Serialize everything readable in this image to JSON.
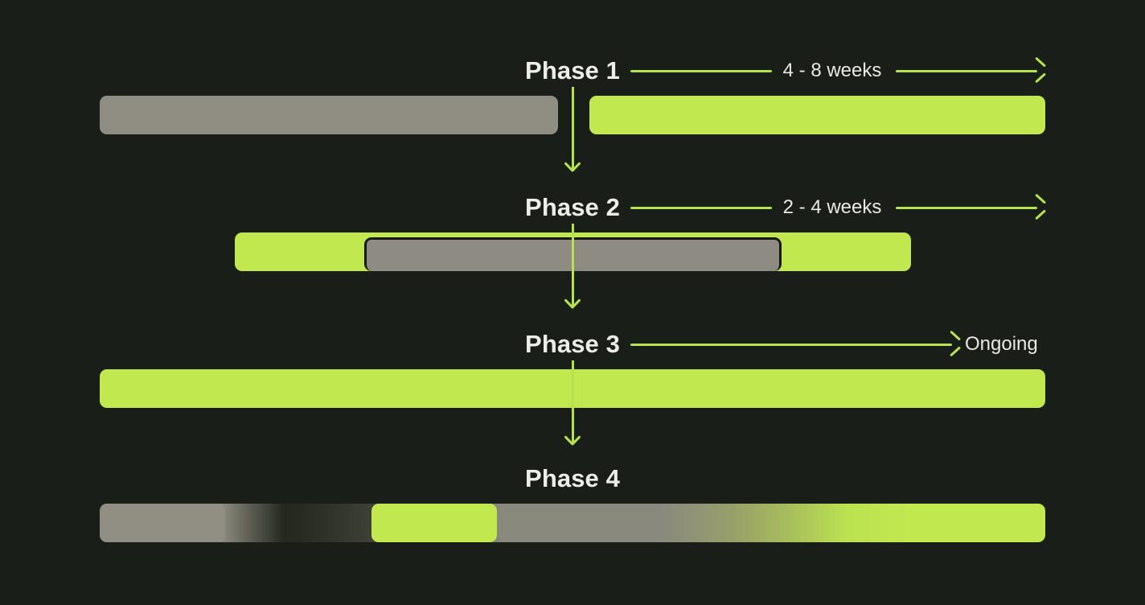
{
  "theme": {
    "background": "#1a1e18",
    "accent_green": "#c2e850",
    "line_green": "#b7e24f",
    "gray": "#908e83",
    "text": "#eceee9"
  },
  "diagram": {
    "title_style": "phase-roadmap",
    "phases": [
      {
        "id": "phase-1",
        "label": "Phase 1",
        "duration": "4 - 8 weeks",
        "has_duration_arrow": true,
        "arrow_style": "line-label-line-arrowhead"
      },
      {
        "id": "phase-2",
        "label": "Phase 2",
        "duration": "2 - 4 weeks",
        "has_duration_arrow": true,
        "arrow_style": "line-label-line-arrowhead"
      },
      {
        "id": "phase-3",
        "label": "Phase 3",
        "duration": "Ongoing",
        "has_duration_arrow": true,
        "arrow_style": "line-arrowhead-label"
      },
      {
        "id": "phase-4",
        "label": "Phase 4",
        "duration": "",
        "has_duration_arrow": false,
        "arrow_style": "none"
      }
    ],
    "connectors": [
      {
        "id": "connector-1-2",
        "from": "Phase 1",
        "to": "Phase 2",
        "direction": "down"
      },
      {
        "id": "connector-2-3",
        "from": "Phase 2",
        "to": "Phase 3",
        "direction": "down"
      },
      {
        "id": "connector-3-4",
        "from": "Phase 3",
        "to": "Phase 4",
        "direction": "down"
      }
    ]
  },
  "chart_data": {
    "type": "bar",
    "title": "Phase roadmap timeline",
    "orientation": "horizontal",
    "xlabel": "",
    "ylabel": "",
    "categories": [
      "Phase 1",
      "Phase 2",
      "Phase 3",
      "Phase 4"
    ],
    "annotations": [
      "4 - 8 weeks",
      "2 - 4 weeks",
      "Ongoing"
    ],
    "grid": false,
    "legend_position": "none",
    "track_x_range": [
      124,
      1300
    ],
    "series": [
      {
        "name": "Phase 1",
        "segments": [
          {
            "kind": "gray",
            "x0": 124,
            "x1": 694,
            "color": "#908e83"
          },
          {
            "kind": "green",
            "x0": 733,
            "x1": 1300,
            "color": "#c2e850"
          }
        ]
      },
      {
        "name": "Phase 2",
        "segments": [
          {
            "kind": "green",
            "x0": 292,
            "x1": 1133,
            "color": "#c2e850"
          },
          {
            "kind": "gray-overlay",
            "x0": 453,
            "x1": 972,
            "color": "#8e8c82"
          }
        ]
      },
      {
        "name": "Phase 3",
        "segments": [
          {
            "kind": "green",
            "x0": 124,
            "x1": 1300,
            "color": "#c2e850"
          }
        ]
      },
      {
        "name": "Phase 4",
        "segments": [
          {
            "kind": "gray-chip",
            "x0": 124,
            "x1": 280,
            "color": "#918f84"
          },
          {
            "kind": "gradient-dark",
            "x0": 280,
            "x1": 462,
            "color": "#2a2c22"
          },
          {
            "kind": "green-chip",
            "x0": 462,
            "x1": 618,
            "color": "#c2e850"
          },
          {
            "kind": "gray",
            "x0": 618,
            "x1": 830,
            "color": "#8a897e"
          },
          {
            "kind": "gradient-to-green",
            "x0": 830,
            "x1": 1000,
            "color": "#c2e850"
          },
          {
            "kind": "green",
            "x0": 1000,
            "x1": 1300,
            "color": "#c2e850"
          }
        ]
      }
    ]
  }
}
